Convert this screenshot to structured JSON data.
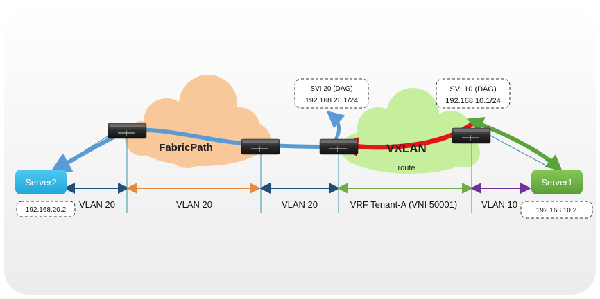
{
  "clouds": {
    "fabricpath_label": "FabricPath",
    "vxlan_label": "VXLAN",
    "route_label": "route"
  },
  "servers": {
    "left_label": "Server2",
    "left_ip": "192.168.20.2",
    "right_label": "Server1",
    "right_ip": "192.168.10.2"
  },
  "svi": {
    "svi20_title": "SVI 20 (DAG)",
    "svi20_ip": "192.168.20.1/24",
    "svi10_title": "SVI 10 (DAG)",
    "svi10_ip": "192.168.10.1/24"
  },
  "segments": [
    {
      "label": "VLAN 20"
    },
    {
      "label": "VLAN 20"
    },
    {
      "label": "VLAN 20"
    },
    {
      "label": "VRF Tenant-A (VNI 50001)"
    },
    {
      "label": "VLAN 10"
    }
  ],
  "colors": {
    "server_left": "#29b6e6",
    "server_right": "#6cb33f",
    "fabricpath_cloud": "#f9c89a",
    "vxlan_cloud": "#c5ef9c",
    "path_blue": "#5b9bd5",
    "path_red": "#e3141b",
    "path_green": "#5ba33b",
    "arrow_navy": "#1f4e79",
    "arrow_orange": "#e88a3c",
    "arrow_green": "#70ad47",
    "arrow_purple": "#7030a0"
  }
}
